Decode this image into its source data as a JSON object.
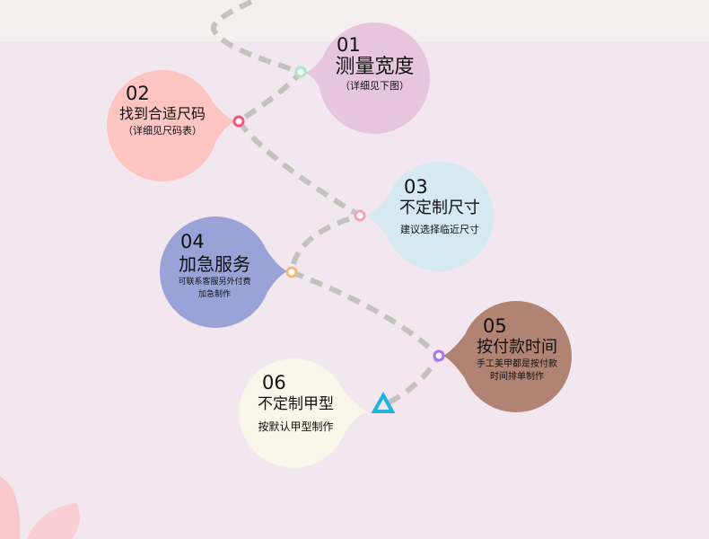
{
  "colors": {
    "path": "#c3c3bd",
    "step1": "#e6c6dc",
    "step2": "#fec4c2",
    "step3": "#d6e8f0",
    "step4": "#9aa3d8",
    "step5": "#b08373",
    "step6": "#fbf6ea",
    "end_marker": "#1fb4dc"
  },
  "steps": [
    {
      "number": "01",
      "title": "测量宽度",
      "sub": [
        "（详细见下图）"
      ]
    },
    {
      "number": "02",
      "title": "找到合适尺码",
      "sub": [
        "（详细见尺码表）"
      ]
    },
    {
      "number": "03",
      "title": "不定制尺寸",
      "sub": [
        "建议选择临近尺寸"
      ]
    },
    {
      "number": "04",
      "title": "加急服务",
      "sub": [
        "可联系客服另外付费",
        "加急制作"
      ]
    },
    {
      "number": "05",
      "title": "按付款时间",
      "sub": [
        "手工美甲都是按付款",
        "时间排单制作"
      ]
    },
    {
      "number": "06",
      "title": "不定制甲型",
      "sub": [
        "按默认甲型制作"
      ]
    }
  ]
}
